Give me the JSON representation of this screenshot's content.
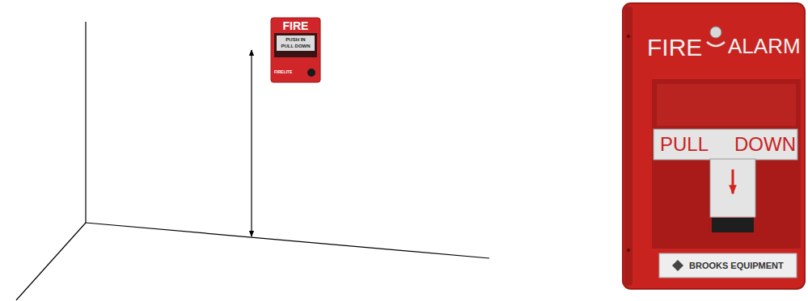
{
  "diagram": {
    "labels": [
      "FIRE",
      "PUSH IN",
      "PULL DOWN",
      "FIRELITE",
      "FIRE",
      "ALARM",
      "PULL",
      "DOWN",
      "BROOKS EQUIPMENT"
    ]
  }
}
